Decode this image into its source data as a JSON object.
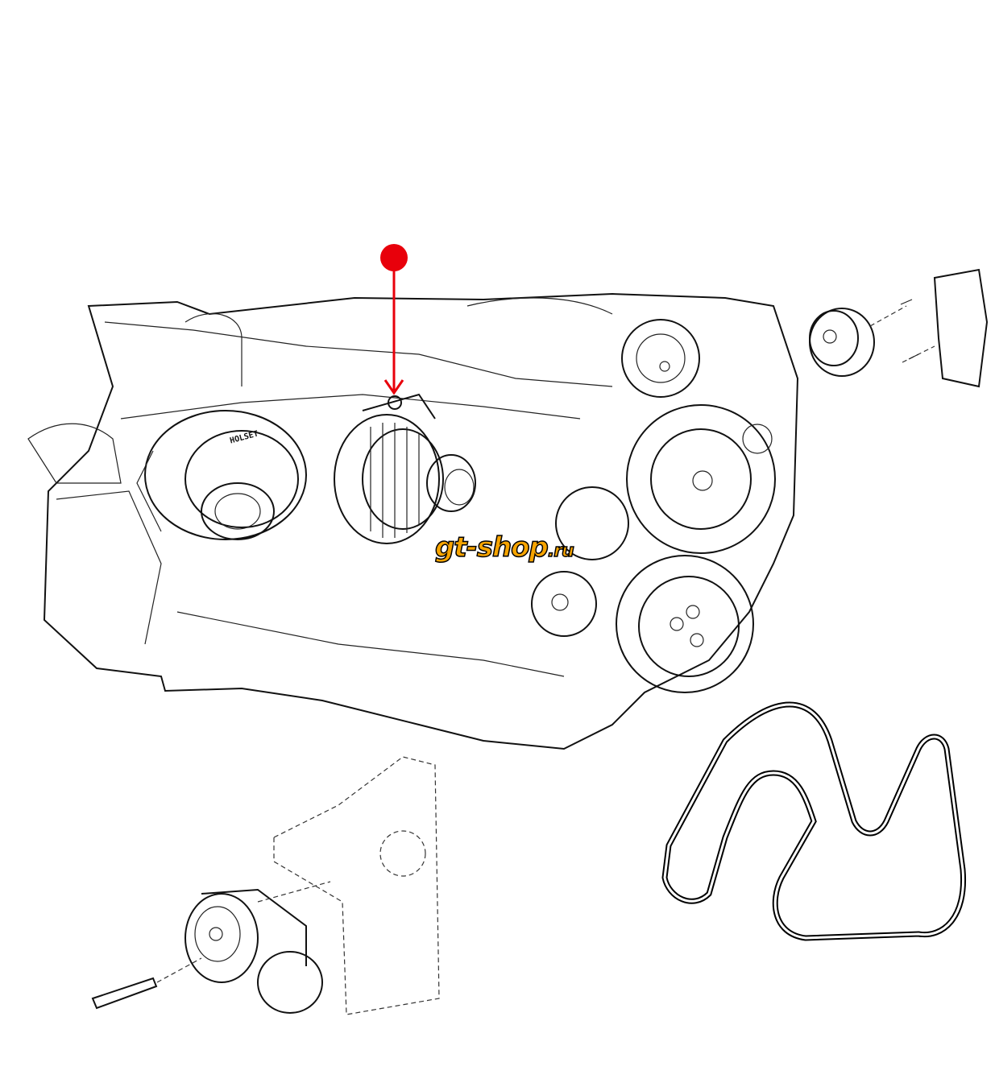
{
  "diagram": {
    "title": "Accessory drive belt routing",
    "turbo_label": "HOLSET",
    "marker_color": "#e8000b",
    "watermark": {
      "main": "gt-shop",
      "suffix": ".ru",
      "color": "#f6a400"
    }
  }
}
